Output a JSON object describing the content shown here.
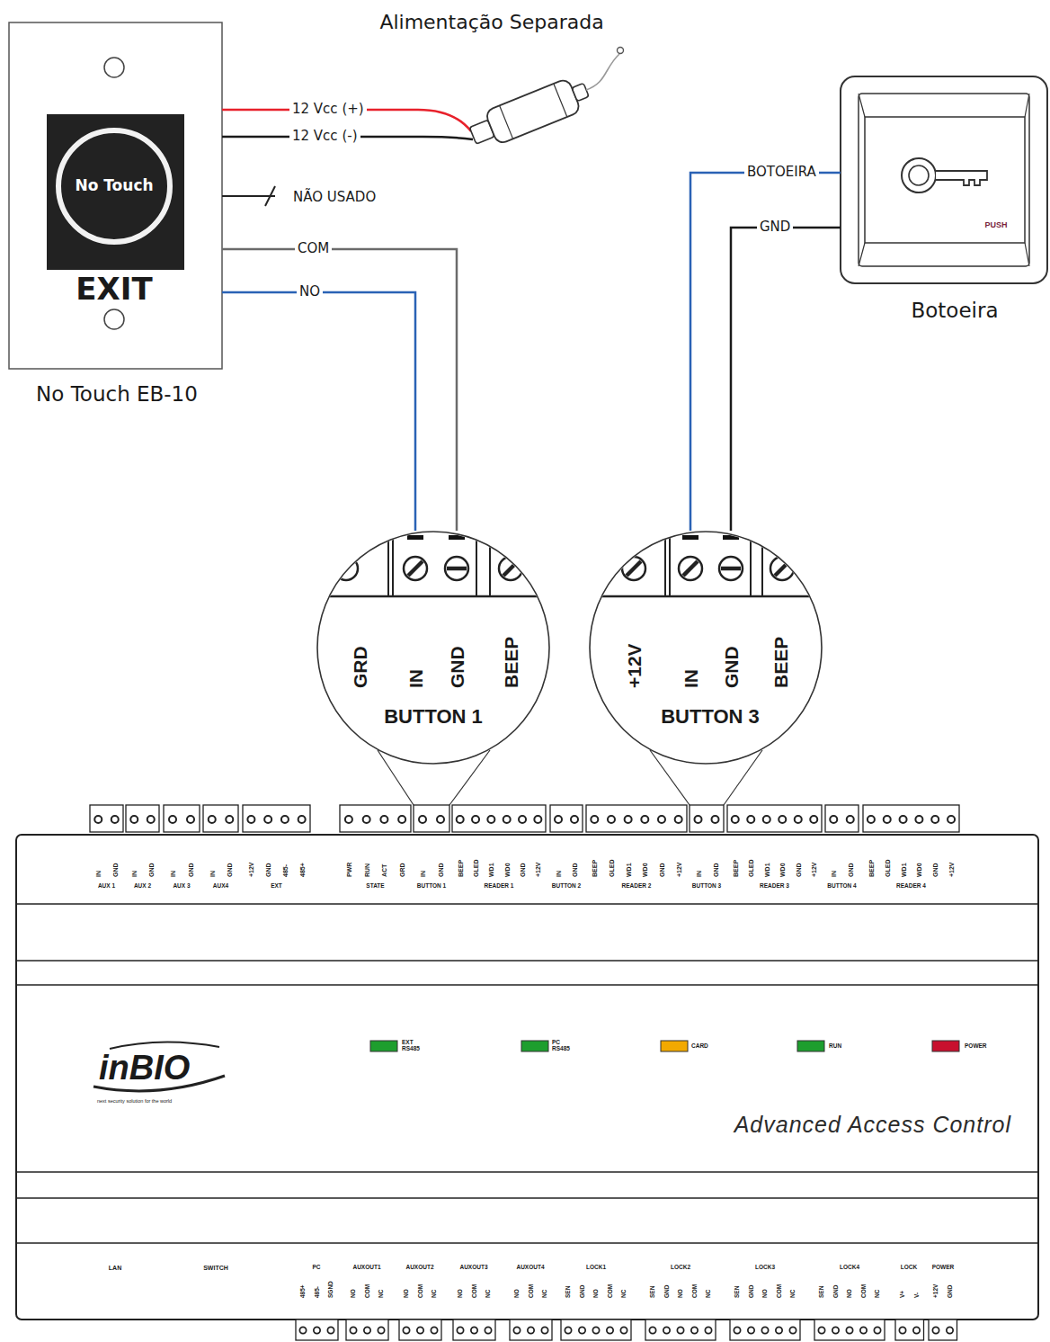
{
  "diagram": {
    "nodes": [
      {
        "text": [
          "Alimentação Separada"
        ]
      },
      {
        "text": [
          "No Touch",
          "EXIT",
          "No Touch EB-10"
        ]
      },
      {
        "text": [
          "PUSH",
          "Botoeira"
        ]
      },
      {
        "text": [
          "GRD",
          "IN",
          "GND",
          "BEEP",
          "BUTTON 1"
        ]
      },
      {
        "text": [
          "+12V",
          "IN",
          "GND",
          "BEEP",
          "BUTTON 3"
        ]
      },
      {
        "text": [
          "inBIO",
          "Advanced Access Control"
        ]
      }
    ],
    "edges": [
      {
        "from": 1,
        "to": 0,
        "label": "12 Vcc (+)",
        "arrow": "none"
      },
      {
        "from": 1,
        "to": 0,
        "label": "12 Vcc (-)",
        "arrow": "none"
      },
      {
        "from": 1,
        "to": 3,
        "label": "COM",
        "arrow": "none"
      },
      {
        "from": 1,
        "to": 3,
        "label": "NO",
        "arrow": "none"
      },
      {
        "from": 2,
        "to": 4,
        "label": "BOTOEIRA",
        "arrow": "none"
      },
      {
        "from": 2,
        "to": 4,
        "label": "GND",
        "arrow": "none"
      }
    ],
    "labels": [
      "NÃO USADO",
      "IN",
      "GND",
      "AUX 1",
      "IN",
      "GND",
      "AUX 2",
      "IN",
      "GND",
      "AUX 3",
      "IN",
      "GND",
      "AUX4",
      "+12V",
      "GND",
      "485-",
      "485+",
      "EXT",
      "PWR",
      "RUN",
      "ACT",
      "GRD",
      "STATE",
      "IN",
      "GND",
      "BUTTON 1",
      "BEEP",
      "GLED",
      "WD1",
      "WD0",
      "GND",
      "+12V",
      "READER 1",
      "IN",
      "GND",
      "BUTTON 2",
      "BEEP",
      "GLED",
      "WD1",
      "WD0",
      "GND",
      "+12V",
      "READER 2",
      "IN",
      "GND",
      "BUTTON 3",
      "BEEP",
      "GLED",
      "WD1",
      "WD0",
      "GND",
      "+12V",
      "READER 3",
      "IN",
      "GND",
      "BUTTON 4",
      "BEEP",
      "GLED",
      "WD1",
      "WD0",
      "GND",
      "+12V",
      "READER 4",
      "EXT RS485",
      "PC RS485",
      "CARD",
      "RUN",
      "POWER",
      "next security solution for the world",
      "LAN",
      "SWITCH",
      "PC",
      "485+",
      "485-",
      "SGND",
      "AUXOUT1",
      "NO",
      "COM",
      "NC",
      "AUXOUT2",
      "NO",
      "COM",
      "NC",
      "AUXOUT3",
      "NO",
      "COM",
      "NC",
      "AUXOUT4",
      "NO",
      "COM",
      "NC",
      "LOCK1",
      "SEN",
      "GND",
      "NO",
      "COM",
      "NC",
      "LOCK2",
      "SEN",
      "GND",
      "NO",
      "COM",
      "NC",
      "LOCK3",
      "SEN",
      "GND",
      "NO",
      "COM",
      "NC",
      "LOCK4",
      "SEN",
      "GND",
      "NO",
      "COM",
      "NC",
      "LOCK",
      "V+",
      "V-",
      "POWER",
      "+12V",
      "GND"
    ]
  }
}
